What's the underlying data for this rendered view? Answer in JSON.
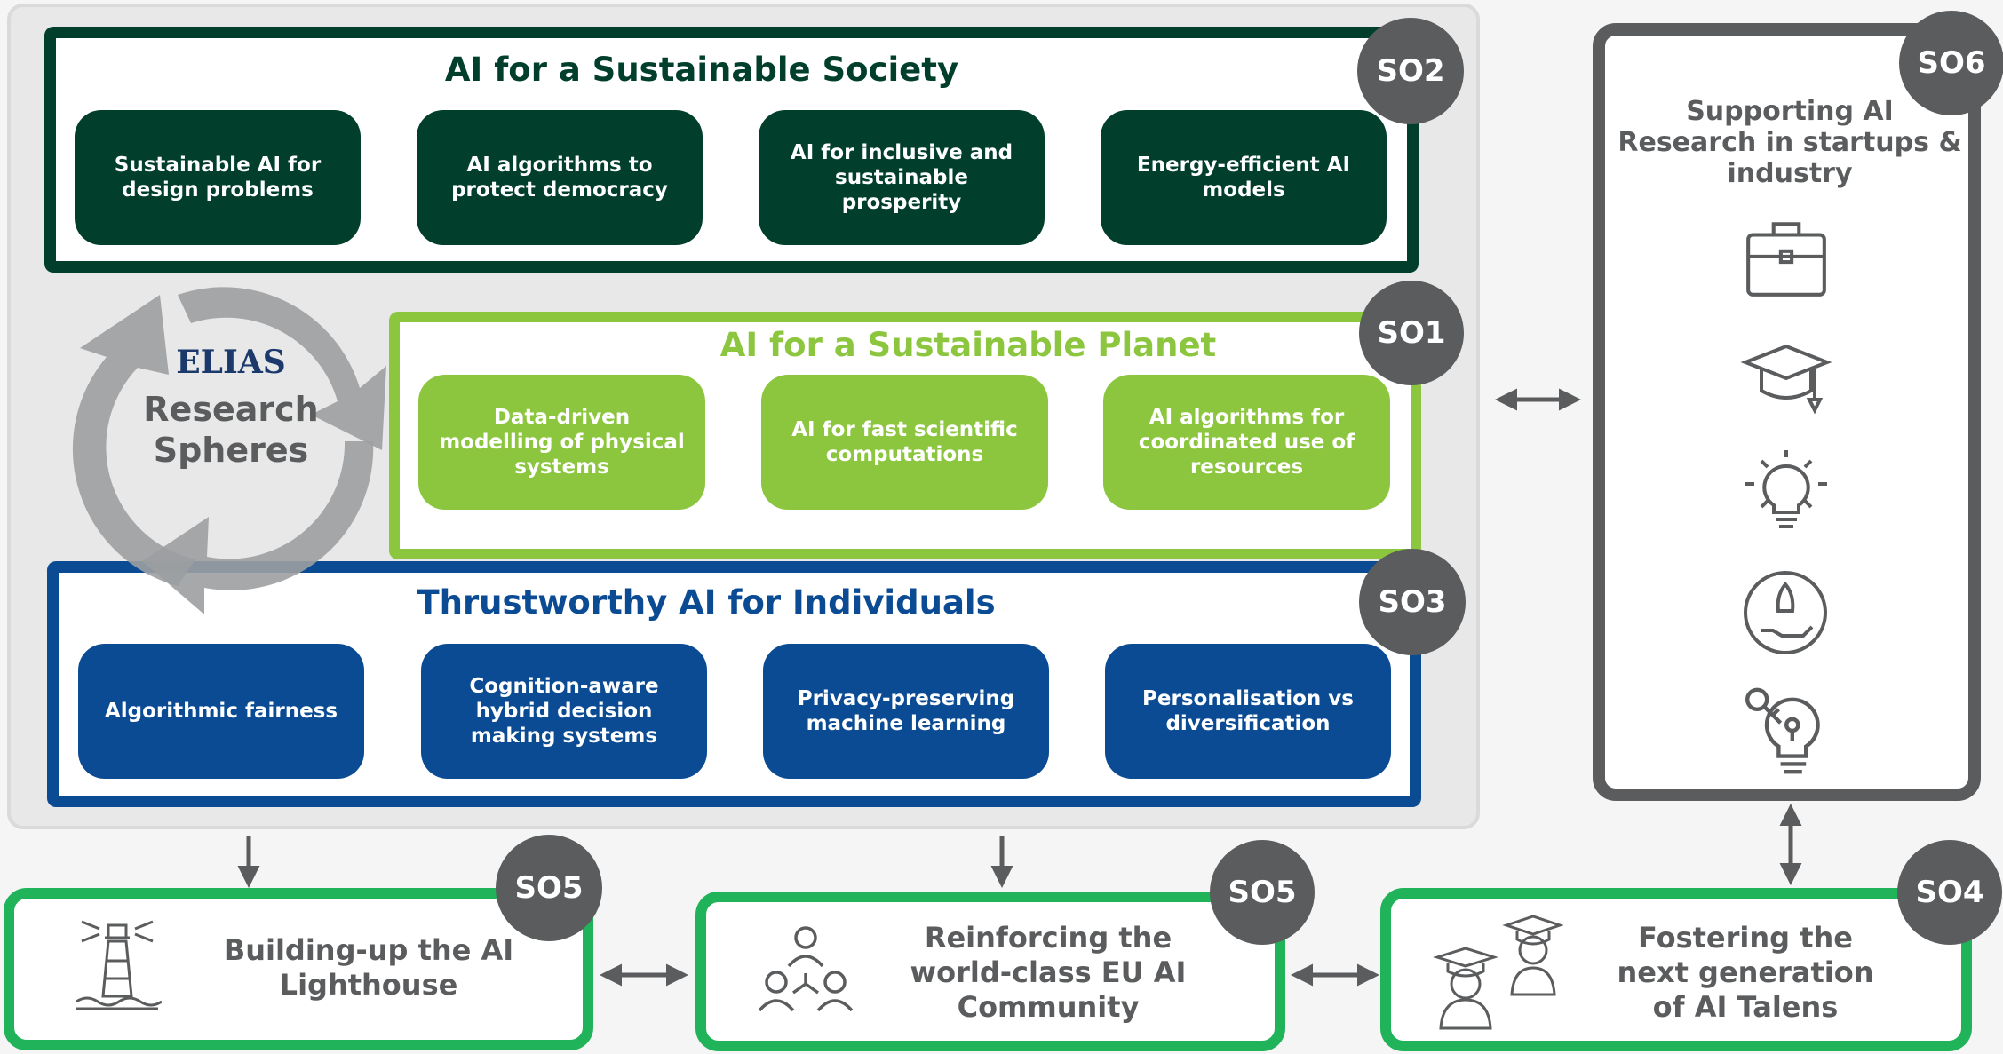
{
  "research_spheres": {
    "logo_text": "ELIAS",
    "label_line1": "Research",
    "label_line2": "Spheres"
  },
  "so2": {
    "badge": "SO2",
    "title": "AI for a Sustainable Society",
    "items": [
      "Sustainable AI for design problems",
      "AI algorithms to protect democracy",
      "AI for inclusive and sustainable prosperity",
      "Energy-efficient AI models"
    ]
  },
  "so1": {
    "badge": "SO1",
    "title": "AI for a Sustainable Planet",
    "items": [
      "Data-driven modelling of physical systems",
      "AI for fast scientific computations",
      "AI algorithms for coordinated use of resources"
    ]
  },
  "so3": {
    "badge": "SO3",
    "title": "Thrustworthy AI for Individuals",
    "items": [
      "Algorithmic fairness",
      "Cognition-aware hybrid decision making systems",
      "Privacy-preserving machine learning",
      "Personalisation vs diversification"
    ]
  },
  "so6": {
    "badge": "SO6",
    "title": "Supporting AI Research in startups & industry",
    "icons": [
      "briefcase-icon",
      "graduation-cap-icon",
      "lightbulb-icon",
      "hand-rocket-icon",
      "key-lightbulb-icon"
    ]
  },
  "bottom": {
    "lighthouse": {
      "badge": "SO5",
      "text": "Building-up the AI Lighthouse",
      "icon": "lighthouse-icon"
    },
    "community": {
      "badge": "SO5",
      "text": "Reinforcing the world-class EU AI Community",
      "icon": "community-icon"
    },
    "talents": {
      "badge": "SO4",
      "text": "Fostering the next generation of AI Talens",
      "icon": "graduates-icon"
    }
  },
  "colors": {
    "dark_green": "#013f2c",
    "light_green": "#8cc63f",
    "blue": "#0a4b93",
    "bright_green": "#21b35a",
    "grey": "#5a5c5e"
  }
}
